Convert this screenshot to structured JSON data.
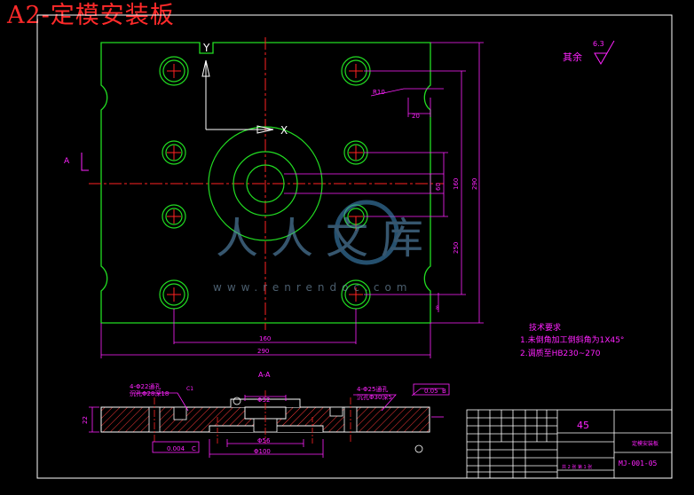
{
  "title": "A2-定模安装板",
  "roughness": {
    "label": "其余",
    "value": "6.3"
  },
  "axes": {
    "y": "Y",
    "x": "X"
  },
  "section": {
    "marker": "A",
    "view": "A-A"
  },
  "dims": {
    "r10": "R10",
    "d20": "20",
    "d60": "60",
    "d160": "160",
    "d250": "250",
    "d290": "290",
    "d160h": "160",
    "d290h": "290",
    "d8": "8"
  },
  "section_notes": {
    "holes_left": "4-Φ22通孔",
    "cbore_left": "沉孔Φ28深18",
    "holes_right": "4-Φ25通孔",
    "cbore_right": "沉孔Φ30深5",
    "d32": "Φ32",
    "d56": "Φ56",
    "d100": "Φ100",
    "t22": "22",
    "c1": "C1",
    "parallel": "0.05",
    "flat": "0.004",
    "datum": "C",
    "datumB": "B"
  },
  "tech_req": {
    "heading": "技术要求",
    "line1": "1.未倒角加工倒斜角为1X45°",
    "line2": "2.调质至HB230~270"
  },
  "titleblock": {
    "material": "45",
    "name": "定模安装板",
    "code": "MJ-001-05",
    "sheet": "共 2 张  第 1 张"
  },
  "watermark": {
    "main": "人人文库",
    "url": "www.renrendoc.com"
  },
  "colors": {
    "outline": "#22dd22",
    "dims": "#ff22ff",
    "center": "#ff2222",
    "white": "#ffffff",
    "hatch": "#ff3a3a",
    "frame": "#3333ff"
  }
}
